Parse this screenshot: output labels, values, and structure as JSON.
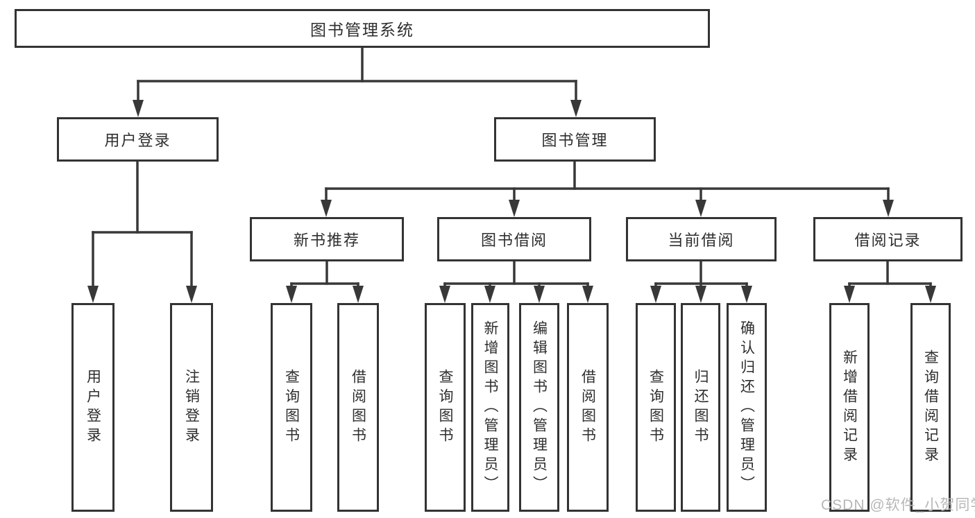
{
  "diagram": {
    "title": "图书管理系统",
    "level2": {
      "user_login": "用户登录",
      "book_mgmt": "图书管理"
    },
    "level3": {
      "new_books": "新书推荐",
      "book_borrow": "图书借阅",
      "current_borrow": "当前借阅",
      "borrow_records": "借阅记录"
    },
    "leaves": {
      "user_login": "用户登录",
      "logout": "注销登录",
      "nb_query": "查询图书",
      "nb_borrow": "借阅图书",
      "bb_query": "查询图书",
      "bb_add": "新增图书（管理员）",
      "bb_edit": "编辑图书（管理员）",
      "bb_borrow": "借阅图书",
      "cb_query": "查询图书",
      "cb_return": "归还图书",
      "cb_confirm": "确认归还（管理员）",
      "rec_add": "新增借阅记录",
      "rec_query": "查询借阅记录"
    },
    "watermark": "CSDN @软件_小贺同学",
    "colors": {
      "line": "#383838",
      "text": "#2e2e2e",
      "watermark": "#b7b7b7",
      "background": "#ffffff"
    }
  }
}
